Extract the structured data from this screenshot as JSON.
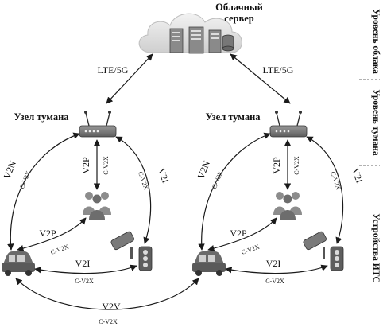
{
  "cloud": {
    "title_line1": "Облачный",
    "title_line2": "сервер"
  },
  "links": {
    "left_uplink": "LTE/5G",
    "right_uplink": "LTE/5G"
  },
  "levels": {
    "cloud": "Уровень облака",
    "fog": "Уровень тумана",
    "devices": "Устройства ИТС"
  },
  "left": {
    "fog_node": "Узел тумана",
    "v2n": "V2N",
    "v2n_sub": "C-V2X",
    "v2p_vert": "V2P",
    "v2p_vert_sub": "C-V2X",
    "v2i_right": "V2I",
    "v2i_right_sub": "C-V2X",
    "v2p": "V2P",
    "v2p_sub": "C-V2X",
    "v2i": "V2I",
    "v2i_sub": "C-V2X"
  },
  "right": {
    "fog_node": "Узел тумана",
    "v2n": "V2N",
    "v2n_sub": "C-V2X",
    "v2p_vert": "V2P",
    "v2p_vert_sub": "C-V2X",
    "v2i_right": "V2I",
    "v2i_right_sub": "C-V2X",
    "v2p": "V2P",
    "v2p_sub": "C-V2X",
    "v2i": "V2I",
    "v2i_sub": "C-V2X"
  },
  "v2v": {
    "label": "V2V",
    "sub": "C-V2X"
  },
  "icons": {
    "cloud": "cloud-icon",
    "server": "server-icon",
    "router": "router-icon",
    "people": "people-icon",
    "car": "car-icon",
    "camera": "camera-icon",
    "traffic_light": "traffic-light-icon"
  }
}
